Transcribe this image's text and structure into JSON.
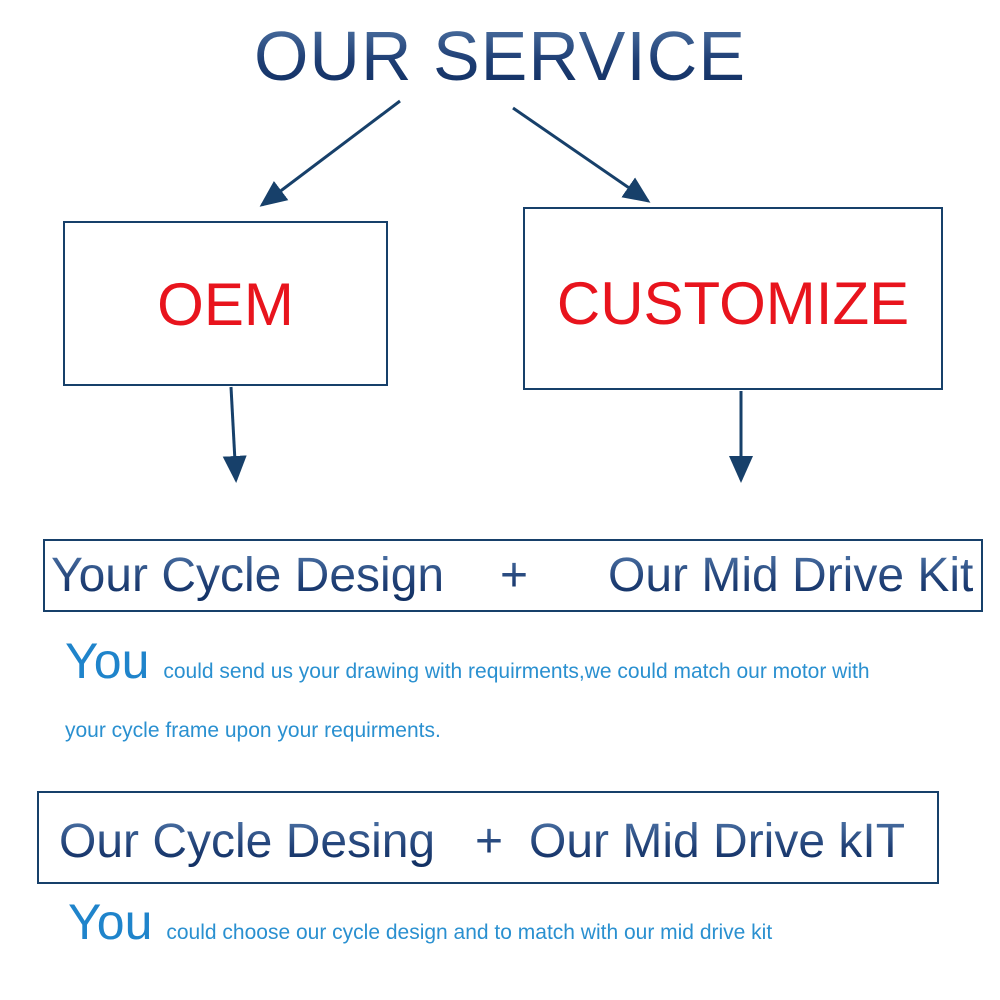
{
  "title": "OUR SERVICE",
  "boxes": {
    "oem": "OEM",
    "customize": "CUSTOMIZE"
  },
  "option1": {
    "left": "Your Cycle Design",
    "plus": "+",
    "right": "Our Mid Drive Kit",
    "lead": "You",
    "line1": "could send us your drawing with requirments,we could match our motor with",
    "line2": "your cycle frame upon your requirments."
  },
  "option2": {
    "left": "Our Cycle Desing",
    "plus": "+",
    "right": "Our Mid Drive kIT",
    "lead": "You",
    "line1": "could choose our cycle design and to match with our mid drive kit"
  },
  "colors": {
    "title_navy": "#1e3e74",
    "box_text_red": "#e8141d",
    "border": "#17406a",
    "desc_blue": "#2a90d0"
  }
}
